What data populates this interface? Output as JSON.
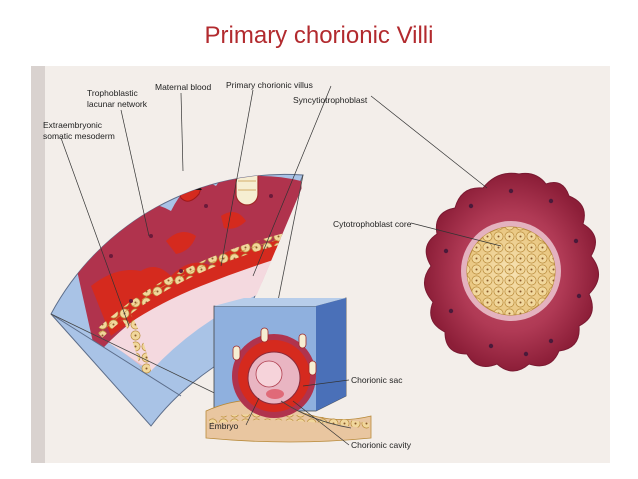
{
  "title": "Primary chorionic Villi",
  "labels": {
    "trophoblastic_lacunar_network": [
      "Trophoblastic",
      "lacunar network"
    ],
    "maternal_blood": "Maternal blood",
    "primary_chorionic_villus": "Primary chorionic villus",
    "extraembryonic_somatic_mesoderm": [
      "Extraembryonic",
      "somatic mesoderm"
    ],
    "syncytiotrophoblast": "Syncytiotrophoblast",
    "cytotrophoblast_core": "Cytotrophoblast core",
    "chorionic_sac": "Chorionic sac",
    "embryo": "Embryo",
    "chorionic_cavity": "Chorionic cavity"
  },
  "colors": {
    "title": "#b22a2e",
    "blood_red": "#d52a1e",
    "syncytio_maroon": "#a2293d",
    "tissue_blue": "#9ab8df",
    "cyto_cells": "#f1d79c",
    "mesoderm_pink": "#e8b9c3"
  }
}
